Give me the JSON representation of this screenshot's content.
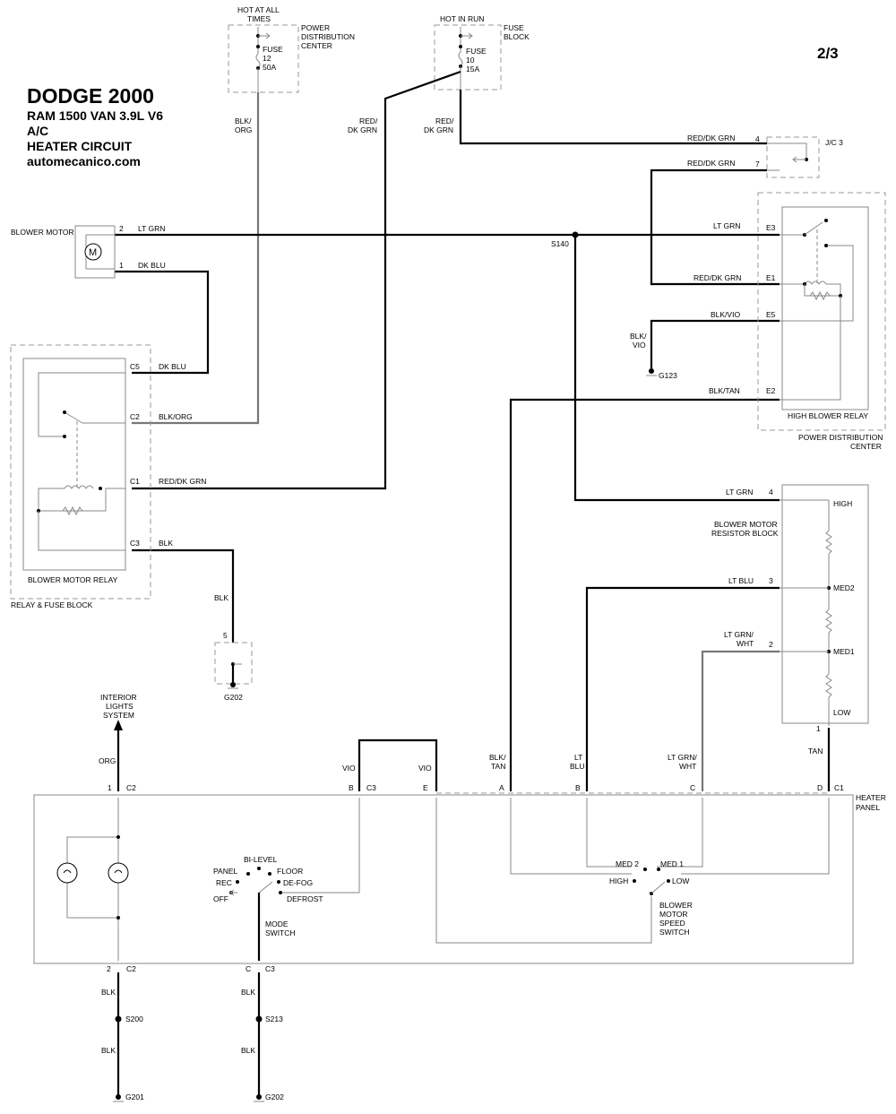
{
  "header": {
    "title": "DODGE 2000",
    "model": "RAM 1500 VAN  3.9L  V6",
    "system": "A/C",
    "circuit": "HEATER CIRCUIT",
    "website": "automecanico.com",
    "page": "2/3"
  },
  "labels": {
    "hot_all_1": "HOT AT ALL",
    "hot_all_2": "TIMES",
    "pdc_1": "POWER",
    "pdc_2": "DISTRIBUTION",
    "pdc_3": "CENTER",
    "fuse12_1": "FUSE",
    "fuse12_2": "12",
    "fuse12_3": "50A",
    "hot_run": "HOT IN RUN",
    "fuse_block_1": "FUSE",
    "fuse_block_2": "BLOCK",
    "fuse10_1": "FUSE",
    "fuse10_2": "10",
    "fuse10_3": "15A",
    "blk_org_1": "BLK/",
    "blk_org_2": "ORG",
    "blk_org": "BLK/ORG",
    "red_1": "RED/",
    "red_2": "DK GRN",
    "red_dk_grn": "RED/DK GRN",
    "lt_grn": "LT GRN",
    "dk_blu": "DK BLU",
    "blk": "BLK",
    "blk_vio": "BLK/VIO",
    "blk_tan": "BLK/TAN",
    "blk_slash": "BLK/",
    "vio": "VIO",
    "tan": "TAN",
    "lt": "LT",
    "blu": "BLU",
    "lt_blu": "LT BLU",
    "lt_grn_slash": "LT GRN/",
    "wht": "WHT",
    "org": "ORG",
    "motor_m": "M",
    "blower_motor": "BLOWER MOTOR",
    "blower_motor_relay": "BLOWER MOTOR RELAY",
    "relay_fuse_block": "RELAY & FUSE BLOCK",
    "s140": "S140",
    "jc3": "J/C 3",
    "high_blower_relay": "HIGH BLOWER RELAY",
    "pdc_full_1": "POWER DISTRIBUTION",
    "pdc_full_2": "CENTER",
    "g123": "G123",
    "g202": "G202",
    "g201": "G201",
    "s200": "S200",
    "s213": "S213",
    "res_block_1": "BLOWER MOTOR",
    "res_block_2": "RESISTOR BLOCK",
    "high": "HIGH",
    "med2": "MED2",
    "med1": "MED1",
    "low": "LOW",
    "heater": "HEATER",
    "panel": "PANEL",
    "interior_1": "INTERIOR",
    "interior_2": "LIGHTS",
    "interior_3": "SYSTEM",
    "bi_level": "BI-LEVEL",
    "panel_mode": "PANEL",
    "floor": "FLOOR",
    "rec": "REC",
    "de_fog": "DE-FOG",
    "off": "OFF",
    "defrost": "DEFROST",
    "mode": "MODE",
    "switch": "SWITCH",
    "med_2": "MED 2",
    "med_1": "MED 1",
    "blower": "BLOWER",
    "motor": "MOTOR",
    "speed": "SPEED"
  },
  "pins": {
    "p1": "1",
    "p2": "2",
    "p3": "3",
    "p4": "4",
    "p5": "5",
    "p7": "7",
    "c1": "C1",
    "c2": "C2",
    "c3": "C3",
    "c5": "C5",
    "e1": "E1",
    "e2": "E2",
    "e3": "E3",
    "e5": "E5",
    "a": "A",
    "b": "B",
    "c": "C",
    "d": "D",
    "e": "E"
  }
}
